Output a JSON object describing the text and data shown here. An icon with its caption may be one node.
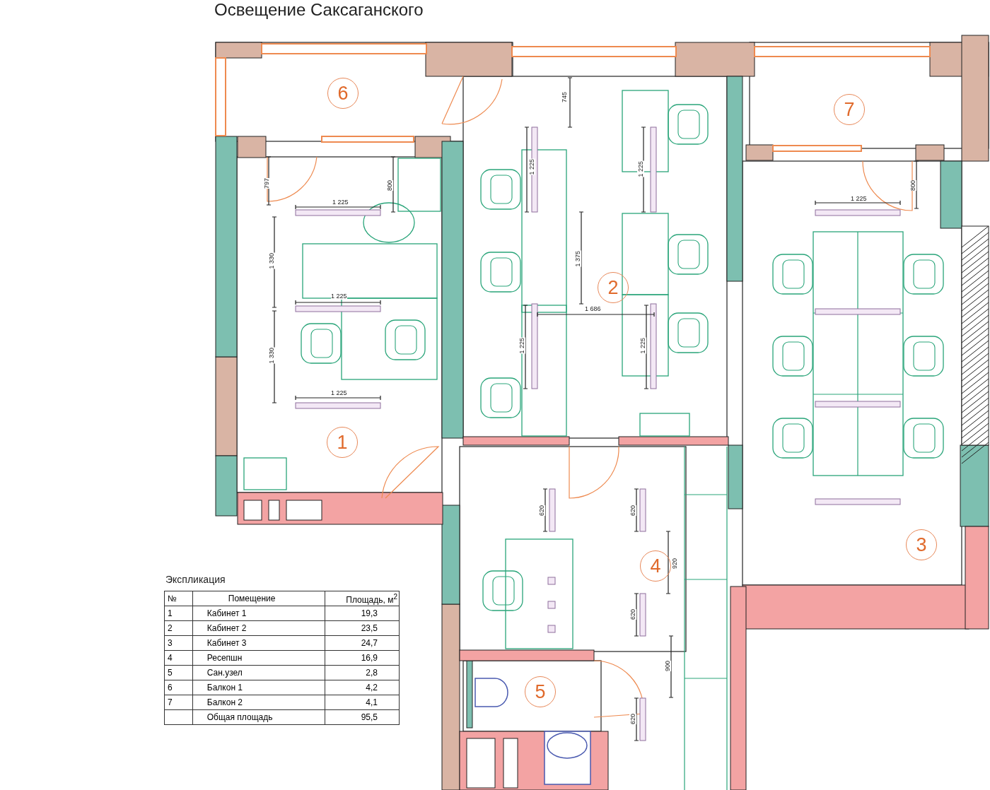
{
  "diagram": {
    "title": "Освещение Саксаганского",
    "nodes": [
      {
        "text": [
          "6"
        ]
      },
      {
        "text": [
          "7"
        ]
      },
      {
        "text": [
          "2"
        ]
      },
      {
        "text": [
          "1"
        ]
      },
      {
        "text": [
          "3"
        ]
      },
      {
        "text": [
          "4"
        ]
      },
      {
        "text": [
          "5"
        ]
      }
    ],
    "labels": [
      "745",
      "797",
      "800",
      "1 225",
      "1 225",
      "1 225",
      "800",
      "1 225",
      "1 330",
      "1 375",
      "1 225",
      "1 686",
      "1 225",
      "1 225",
      "1 330",
      "1 225",
      "620",
      "620",
      "920",
      "620",
      "900",
      "620",
      "Экспликация",
      "№",
      "Помещение",
      "Площадь, м$^{2}$",
      "1",
      "Кабинет 1",
      "19,3",
      "2",
      "Кабинет 2",
      "23,5",
      "3",
      "Кабинет 3",
      "24,7",
      "4",
      "Ресепшн",
      "16,9",
      "5",
      "Сан.узел",
      "2,8",
      "6",
      "Балкон 1",
      "4,2",
      "7",
      "Балкон 2",
      "4,1",
      "Общая площадь",
      "95,5"
    ]
  }
}
